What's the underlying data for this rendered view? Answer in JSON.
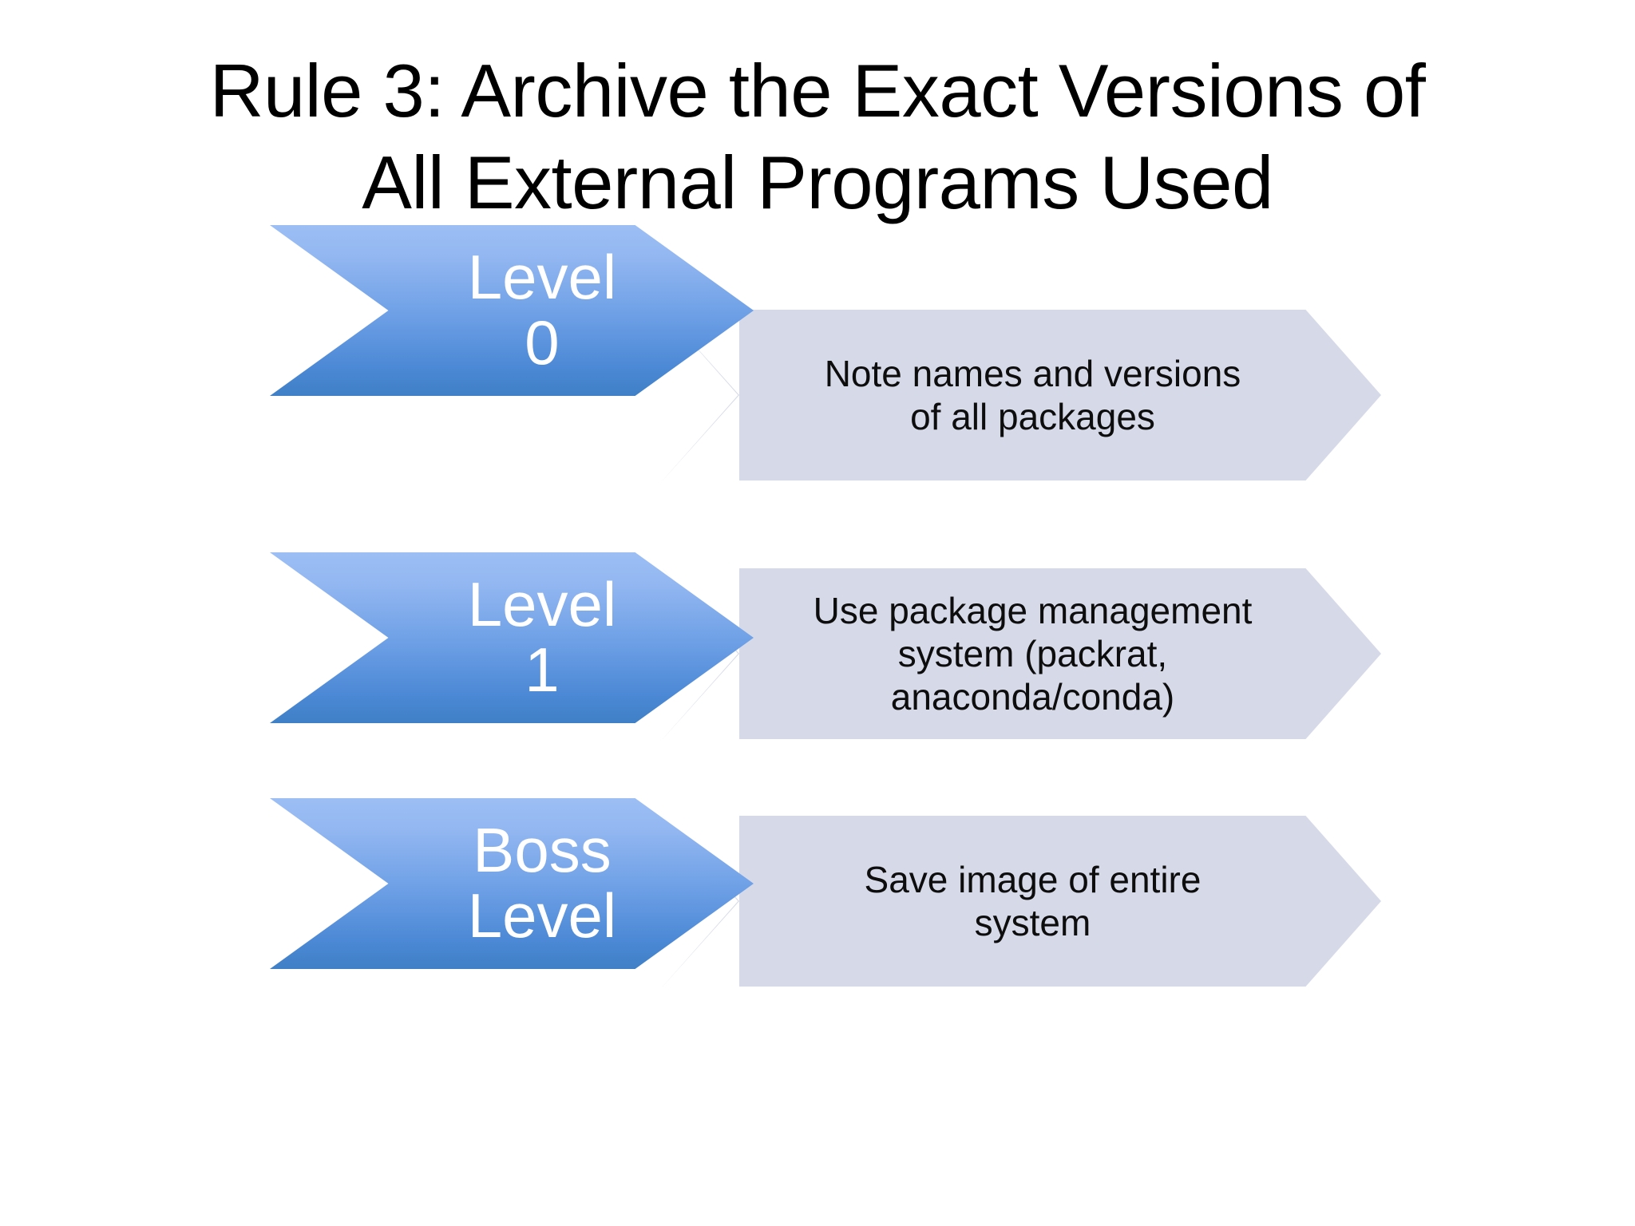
{
  "slide": {
    "title": "Rule 3: Archive the Exact Versions of\nAll External Programs Used",
    "background_color": "#FFFFFF",
    "title_color": "#000000"
  },
  "diagram": {
    "type": "chevron-process-list",
    "accent_color_light": "#9CBEF5",
    "accent_color_dark": "#3F80C6",
    "secondary_color": "#D6DAE8",
    "label_text_color": "#FFFFFF",
    "body_text_color": "#0D0D0D",
    "rows": [
      {
        "level_label": "Level\n0",
        "description": "Note names and versions\nof all packages"
      },
      {
        "level_label": "Level\n1",
        "description": "Use package management\nsystem (packrat,\nanaconda/conda)"
      },
      {
        "level_label": "Boss\nLevel",
        "description": "Save image of entire\nsystem"
      }
    ]
  }
}
